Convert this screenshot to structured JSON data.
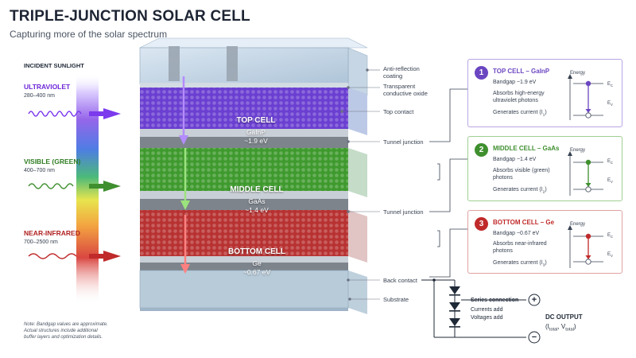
{
  "header": {
    "title": "TRIPLE-JUNCTION SOLAR CELL",
    "subtitle": "Capturing more of the solar spectrum"
  },
  "sunlight": {
    "heading": "INCIDENT SUNLIGHT",
    "bands": [
      {
        "name": "ULTRAVIOLET",
        "range": "280–400 nm",
        "color": "#7c3aed"
      },
      {
        "name": "VISIBLE (GREEN)",
        "range": "400–700 nm",
        "color": "#3f8f2f"
      },
      {
        "name": "NEAR-INFRARED",
        "range": "700–2500 nm",
        "color": "#c02a2a"
      }
    ]
  },
  "cells": [
    {
      "name": "TOP CELL",
      "material": "GaInP",
      "bandgap": "~1.9 eV",
      "color": "#6a3fd1"
    },
    {
      "name": "MIDDLE CELL",
      "material": "GaAs",
      "bandgap": "~1.4 eV",
      "color": "#3f9a2e"
    },
    {
      "name": "BOTTOM CELL",
      "material": "Ge",
      "bandgap": "~0.67 eV",
      "color": "#b83232"
    }
  ],
  "layer_labels": {
    "anti_reflection": "Anti-reflection coating",
    "tco": "Transparent conductive oxide",
    "top_contact": "Top contact",
    "tunnel_1": "Tunnel junction",
    "tunnel_2": "Tunnel junction",
    "back_contact": "Back contact",
    "substrate": "Substrate"
  },
  "info_boxes": [
    {
      "num": "1",
      "title": "TOP CELL – GaInP",
      "bandgap": "Bandgap ~1.9 eV",
      "absorbs": [
        "Absorbs high-energy",
        "ultraviolet photons"
      ],
      "current": "Generates current (I",
      "current_sub": "1",
      "color": "#6b46c1"
    },
    {
      "num": "2",
      "title": "MIDDLE CELL – GaAs",
      "bandgap": "Bandgap ~1.4 eV",
      "absorbs": [
        "Absorbs visible (green)",
        "photons"
      ],
      "current": "Generates current (I",
      "current_sub": "2",
      "color": "#3f8f2f"
    },
    {
      "num": "3",
      "title": "BOTTOM CELL – Ge",
      "bandgap": "Bandgap ~0.67 eV",
      "absorbs": [
        "Absorbs near-infrared",
        "photons"
      ],
      "current": "Generates current (I",
      "current_sub": "3",
      "color": "#c02a2a"
    }
  ],
  "band_diagram": {
    "energy": "Energy",
    "ec": "E",
    "ec_sub": "C",
    "ev": "E",
    "ev_sub": "V"
  },
  "output": {
    "series": "Series connection",
    "currents": "Currents add",
    "voltages": "Voltages add",
    "dc": "DC OUTPUT",
    "formula_open": "(I",
    "formula_sub1": "total",
    "formula_mid": ", V",
    "formula_sub2": "total",
    "formula_close": ")",
    "plus": "+",
    "minus": "−"
  },
  "note": [
    "Note: Bandgap values are approximate.",
    "Actual structures include additional",
    "buffer layers and optimization details."
  ]
}
